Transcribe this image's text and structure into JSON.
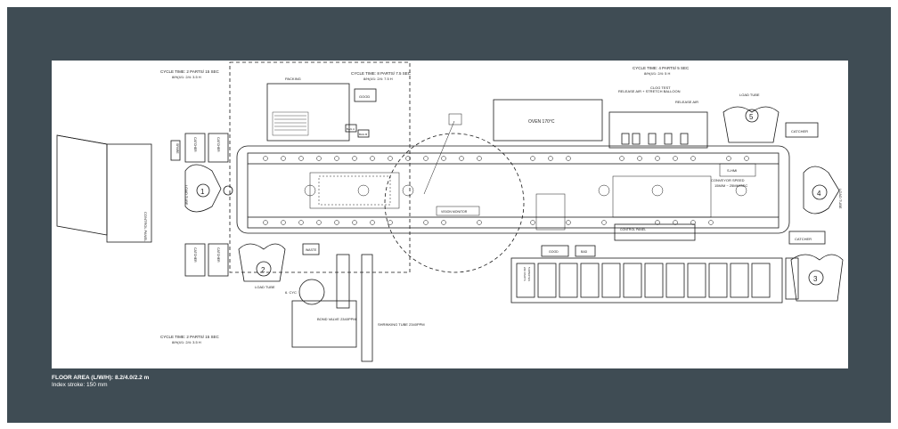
{
  "footer": {
    "floor_area": "FLOOR AREA (L/W/H): 8.2/4.0/2.2 m",
    "index_stroke": "Index stroke: 150 mm"
  },
  "cycle_times": {
    "top_left": "CYCLE TIME: 2 PARTS/ 15 SEC",
    "top_left_sub": "8/H(4/1: 2/4: 3.5 H",
    "top_mid": "CYCLE TIME: 8 PARTS/ 7.5 SEC",
    "top_mid_sub": "8/H(4/1: 2/4: 7.5 H",
    "top_right": "CYCLE TIME: 4 PARTS/ 5 SEC",
    "top_right_sub": "8/H(4/1: 2/4: 5 H",
    "bottom_left": "CYCLE TIME: 2 PARTS/ 15 SEC",
    "bottom_left_sub": "8/H(4/1: 2/4: 3.5 H"
  },
  "labels": {
    "control_panel_left": "CONTROL PANEL",
    "packing": "PACKING",
    "good_top": "GOOD",
    "bag_a": "BAG A",
    "bag_b": "BAG B",
    "oven": "OVEN 170°C",
    "release_air_stretch": "RELEASE AIR + STRETCH BALLOON",
    "clog_test": "CLOG TEST",
    "release_air": "RELEASE AIR",
    "load_tube_top": "LOAD TUBE",
    "catcher_right_top": "CATCHER",
    "s_hmi": "S-HMI",
    "conveyor_speed": "CONVEYOR SPEED",
    "conveyor_speed_val": "15M/M ~ 25MM/SEC",
    "load_tube_right": "LOAD TUBE",
    "catcher_right_bottom": "CATCHER",
    "vision_monitor": "VISION MONITOR",
    "control_panel_bottom": "CONTROL PANEL",
    "good_bottom": "GOOD",
    "bad_bottom": "BAD",
    "load_tube_left": "LOAD TUBE",
    "load_tube_bottom_left": "LOAD TUBE",
    "catcher": "CATCHER",
    "waste": "WASTE",
    "cyc": "6. CYC",
    "bond_valve": "BOND VALVE 2340PPM",
    "shrinking_tube": "SHRINKING TUBE 2340PPM",
    "bag_small": "BAG",
    "spare": "SPARE",
    "tray_text_1": "240 PARTS",
    "tray_text_2": "5 MINUTES"
  },
  "station_numbers": [
    "1",
    "2",
    "3",
    "4",
    "5"
  ],
  "colors": {
    "frame": "#3f4c54",
    "line": "#1a1a1a"
  }
}
